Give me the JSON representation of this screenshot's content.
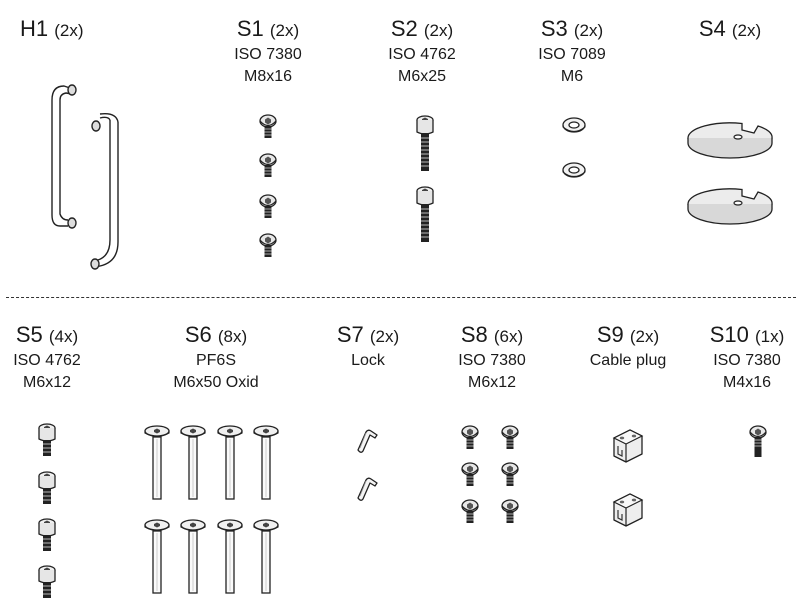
{
  "parts": [
    {
      "code": "H1",
      "qty": "(2x)",
      "spec": [],
      "icon": "handle-icon"
    },
    {
      "code": "S1",
      "qty": "(2x)",
      "spec": [
        "ISO 7380",
        "M8x16"
      ],
      "icon": "button-head-screw-icon"
    },
    {
      "code": "S2",
      "qty": "(2x)",
      "spec": [
        "ISO 4762",
        "M6x25"
      ],
      "icon": "socket-head-screw-icon"
    },
    {
      "code": "S3",
      "qty": "(2x)",
      "spec": [
        "ISO 7089",
        "M6"
      ],
      "icon": "washer-icon"
    },
    {
      "code": "S4",
      "qty": "(2x)",
      "spec": [],
      "icon": "slotted-disc-icon"
    },
    {
      "code": "S5",
      "qty": "(4x)",
      "spec": [
        "ISO 4762",
        "M6x12"
      ],
      "icon": "socket-head-screw-short-icon"
    },
    {
      "code": "S6",
      "qty": "(8x)",
      "spec": [
        "PF6S",
        "M6x50 Oxid"
      ],
      "icon": "long-flat-head-screw-icon"
    },
    {
      "code": "S7",
      "qty": "(2x)",
      "spec": [
        "Lock"
      ],
      "icon": "lock-key-icon"
    },
    {
      "code": "S8",
      "qty": "(6x)",
      "spec": [
        "ISO 7380",
        "M6x12"
      ],
      "icon": "button-head-screw-icon"
    },
    {
      "code": "S9",
      "qty": "(2x)",
      "spec": [
        "Cable plug"
      ],
      "icon": "cable-plug-icon"
    },
    {
      "code": "S10",
      "qty": "(1x)",
      "spec": [
        "ISO 7380",
        "M4x16"
      ],
      "icon": "button-head-screw-icon"
    }
  ]
}
